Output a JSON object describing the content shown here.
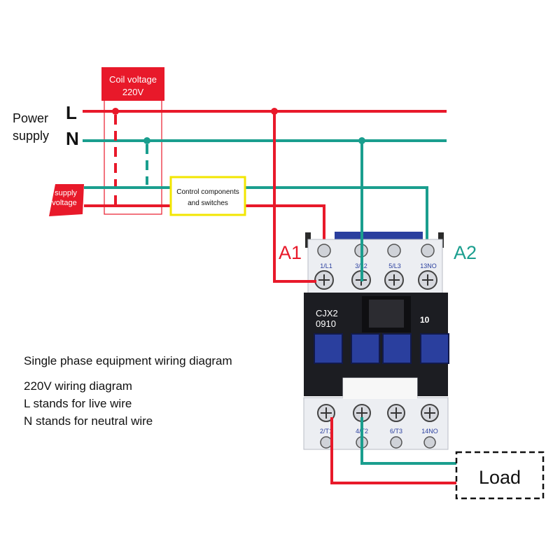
{
  "colors": {
    "live": "#e8192a",
    "neutral": "#1a9e8e",
    "control_box": "#f2e600",
    "contactor_body": "#eceef2",
    "contactor_dark": "#1c1d22",
    "button_blue": "#2a3f9e",
    "text": "#111111"
  },
  "labels": {
    "power_supply_1": "Power",
    "power_supply_2": "supply",
    "line_L": "L",
    "line_N": "N",
    "coil_voltage_1": "Coil voltage",
    "coil_voltage_2": "220V",
    "supply_voltage_1": "supply",
    "supply_voltage_2": "voltage",
    "control_1": "Control components",
    "control_2": "and switches",
    "a1": "A1",
    "a2": "A2",
    "load": "Load"
  },
  "contactor": {
    "model_1": "CJX2",
    "model_2": "0910",
    "rating": "10",
    "top_terminals": [
      "1/L1",
      "3/L2",
      "5/L3",
      "13NO"
    ],
    "bottom_terminals": [
      "2/T1",
      "4/T2",
      "6/T3",
      "14NO"
    ]
  },
  "description": {
    "title": "Single phase equipment wiring diagram",
    "line_1": "220V wiring diagram",
    "line_2": "L stands for live wire",
    "line_3": "N stands for neutral wire"
  }
}
